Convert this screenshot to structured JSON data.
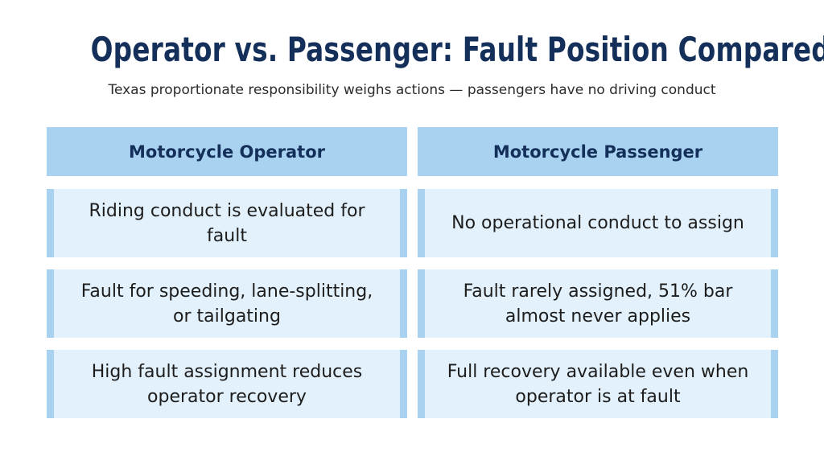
{
  "title": "Operator vs. Passenger: Fault Position Compared",
  "subtitle": "Texas proportionate responsibility weighs actions — passengers have no driving conduct",
  "columns": [
    {
      "header": "Motorcycle Operator",
      "rows": [
        "Riding conduct is evaluated for fault",
        "Fault for speeding, lane-splitting, or tailgating",
        "High fault assignment reduces operator recovery"
      ]
    },
    {
      "header": "Motorcycle Passenger",
      "rows": [
        "No operational conduct to assign",
        "Fault rarely assigned, 51% bar almost never applies",
        "Full recovery available even when operator is at fault"
      ]
    }
  ],
  "colors": {
    "title": "#14305a",
    "header_bg": "#a8d2ef",
    "cell_bg": "#e2f1fb"
  }
}
